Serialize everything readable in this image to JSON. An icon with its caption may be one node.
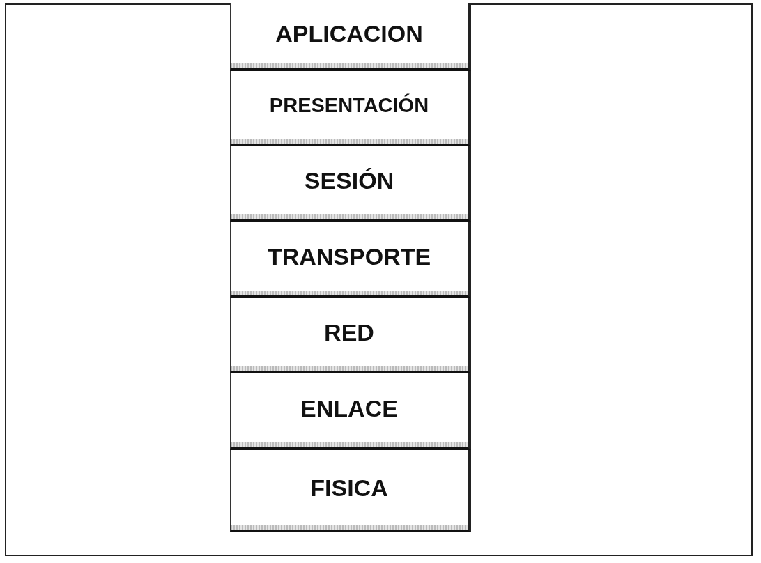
{
  "diagram": {
    "nodes": [
      {
        "text": [
          "APLICACION"
        ]
      },
      {
        "text": [
          "PRESENTACIÓN"
        ]
      },
      {
        "text": [
          "SESIÓN"
        ]
      },
      {
        "text": [
          "TRANSPORTE"
        ]
      },
      {
        "text": [
          "RED"
        ]
      },
      {
        "text": [
          "ENLACE"
        ]
      },
      {
        "text": [
          "FISICA"
        ]
      }
    ]
  }
}
